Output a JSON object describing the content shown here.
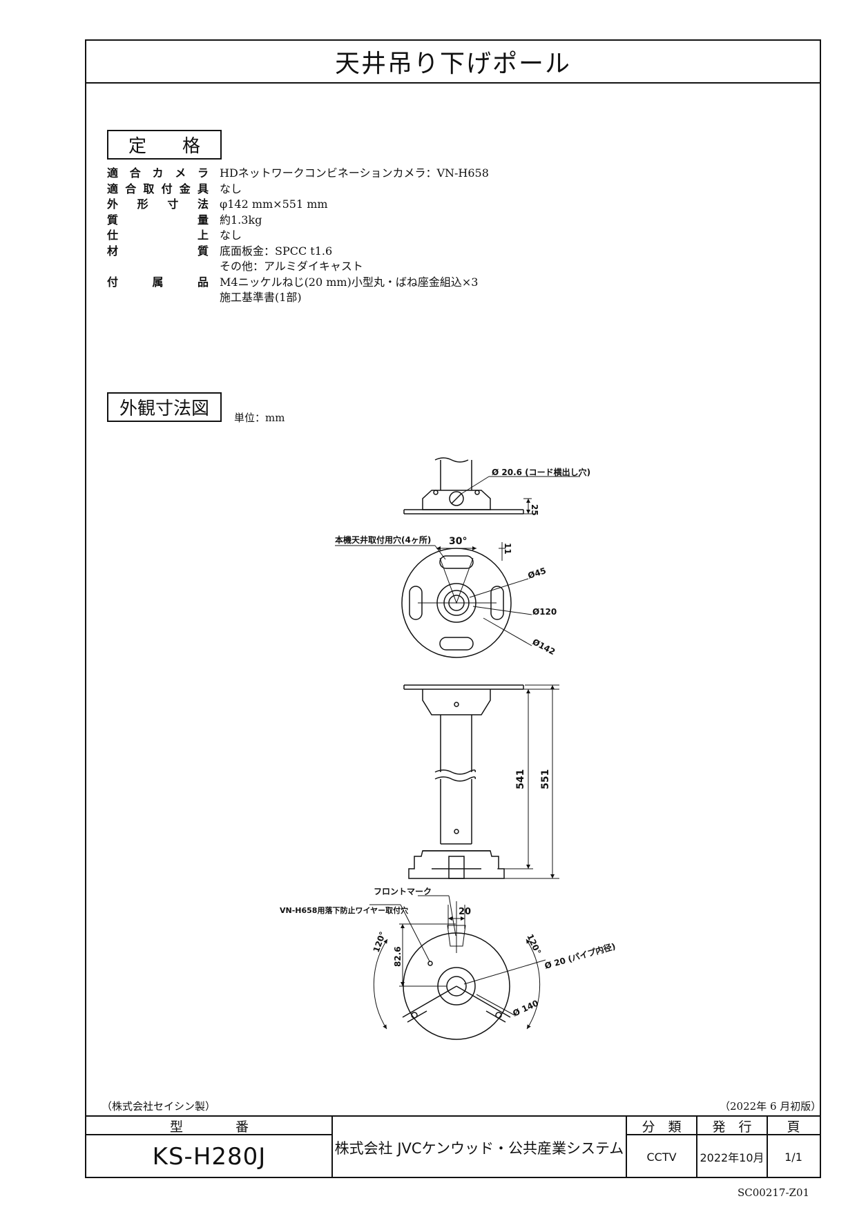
{
  "title": "天井吊り下げポール",
  "sections": {
    "spec_heading": "定　　格",
    "drawing_heading": "外観寸法図",
    "unit": "単位：mm"
  },
  "spec": [
    {
      "label": "適合カメラ",
      "value": "HDネットワークコンビネーションカメラ：VN-H658"
    },
    {
      "label": "適合取付金具",
      "value": "なし"
    },
    {
      "label": "外形寸法",
      "value": "φ142 mm×551 mm"
    },
    {
      "label": "質量",
      "value": "約1.3kg"
    },
    {
      "label": "仕上",
      "value": "なし"
    },
    {
      "label": "材質",
      "value": "底面板金：SPCC t1.6"
    },
    {
      "label": "",
      "value": "その他：アルミダイキャスト"
    },
    {
      "label": "付属品",
      "value": "M4ニッケルねじ(20 mm)小型丸・ばね座金組込×3"
    },
    {
      "label": "",
      "value": "施工基準書(1部)"
    }
  ],
  "drawing": {
    "cord_hole": "Ø 20.6 (コード横出し穴)",
    "dim_25": "25",
    "angle_30": "30°",
    "dim_11": "11",
    "ceiling_holes": "本機天井取付用穴(4ヶ所)",
    "d45": "Ø45",
    "d120": "Ø120",
    "d142": "Ø142",
    "dim_541": "541",
    "dim_551": "551",
    "front_mark": "フロントマーク",
    "wire_hole": "VN-H658用落下防止ワイヤー取付穴",
    "dim_20": "20",
    "angle_120_left": "120°",
    "angle_120_right": "120°",
    "dim_82_6": "82.6",
    "d20_pipe": "Ø 20 (パイプ内径)",
    "d140": "Ø 140"
  },
  "footer": {
    "maker": "（株式会社セイシン製）",
    "edition": "（2022年 6 月初版）",
    "model_label": "型　　　　番",
    "model": "KS-H280J",
    "company": "株式会社 JVCケンウッド・公共産業システム",
    "category_label": "分　類",
    "category": "CCTV",
    "issue_label": "発　行",
    "issue": "2022年10月",
    "page_label": "頁",
    "page": "1/1"
  },
  "doc_number": "SC00217-Z01"
}
